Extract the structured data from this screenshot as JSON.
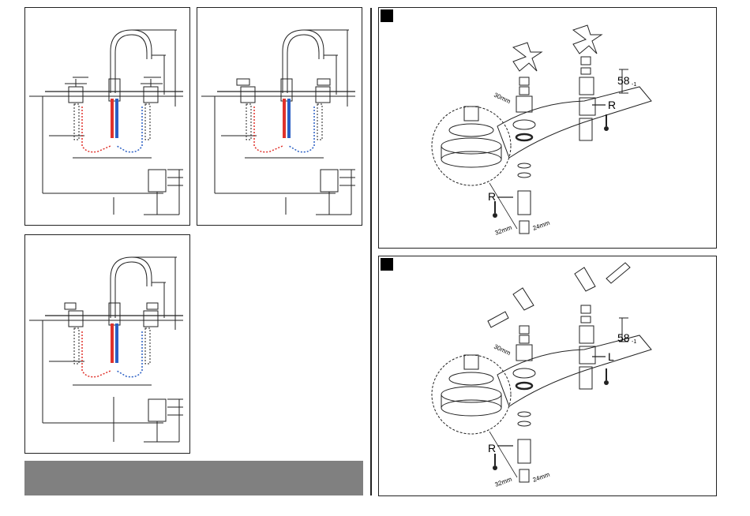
{
  "colors": {
    "hot": "#e0322b",
    "cold": "#2a5fc4",
    "gray_bar": "#808080",
    "line": "#222222"
  },
  "top_right": {
    "dimension_value": "58",
    "dimension_suffix": "-1",
    "side_label": "R",
    "cartridge_label": "R",
    "wrench_top": "30mm",
    "wrench_bottom_left": "32mm",
    "wrench_bottom_right": "24mm"
  },
  "bottom_right": {
    "dimension_value": "58",
    "dimension_suffix": "-1",
    "side_label": "L",
    "cartridge_label": "R",
    "wrench_top": "30mm",
    "wrench_bottom_left": "32mm",
    "wrench_bottom_right": "24mm"
  }
}
